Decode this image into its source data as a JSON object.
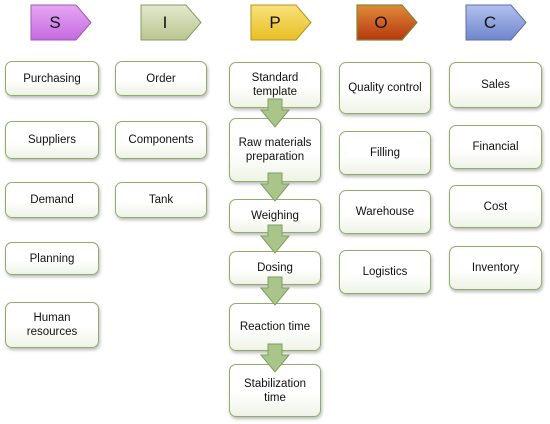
{
  "headers": {
    "s": {
      "letter": "S",
      "color": "#cf7fe6"
    },
    "i": {
      "letter": "I",
      "color": "#c9d3a6"
    },
    "p": {
      "letter": "P",
      "color": "#f0d24a"
    },
    "o": {
      "letter": "O",
      "color": "#c8561a"
    },
    "c": {
      "letter": "C",
      "color": "#8a9ed8"
    }
  },
  "suppliers": [
    "Purchasing",
    "Suppliers",
    "Demand",
    "Planning",
    "Human resources"
  ],
  "inputs": [
    "Order",
    "Components",
    "Tank"
  ],
  "process": [
    "Standard template",
    "Raw materials preparation",
    "Weighing",
    "Dosing",
    "Reaction time",
    "Stabilization time"
  ],
  "outputs": [
    "Quality control",
    "Filling",
    "Warehouse",
    "Logistics"
  ],
  "customers": [
    "Sales",
    "Financial",
    "Cost",
    "Inventory"
  ],
  "colors": {
    "box_border": "#8fae6a",
    "flow_arrow": "#a9c58a",
    "flow_arrow_border": "#7f9e62"
  }
}
